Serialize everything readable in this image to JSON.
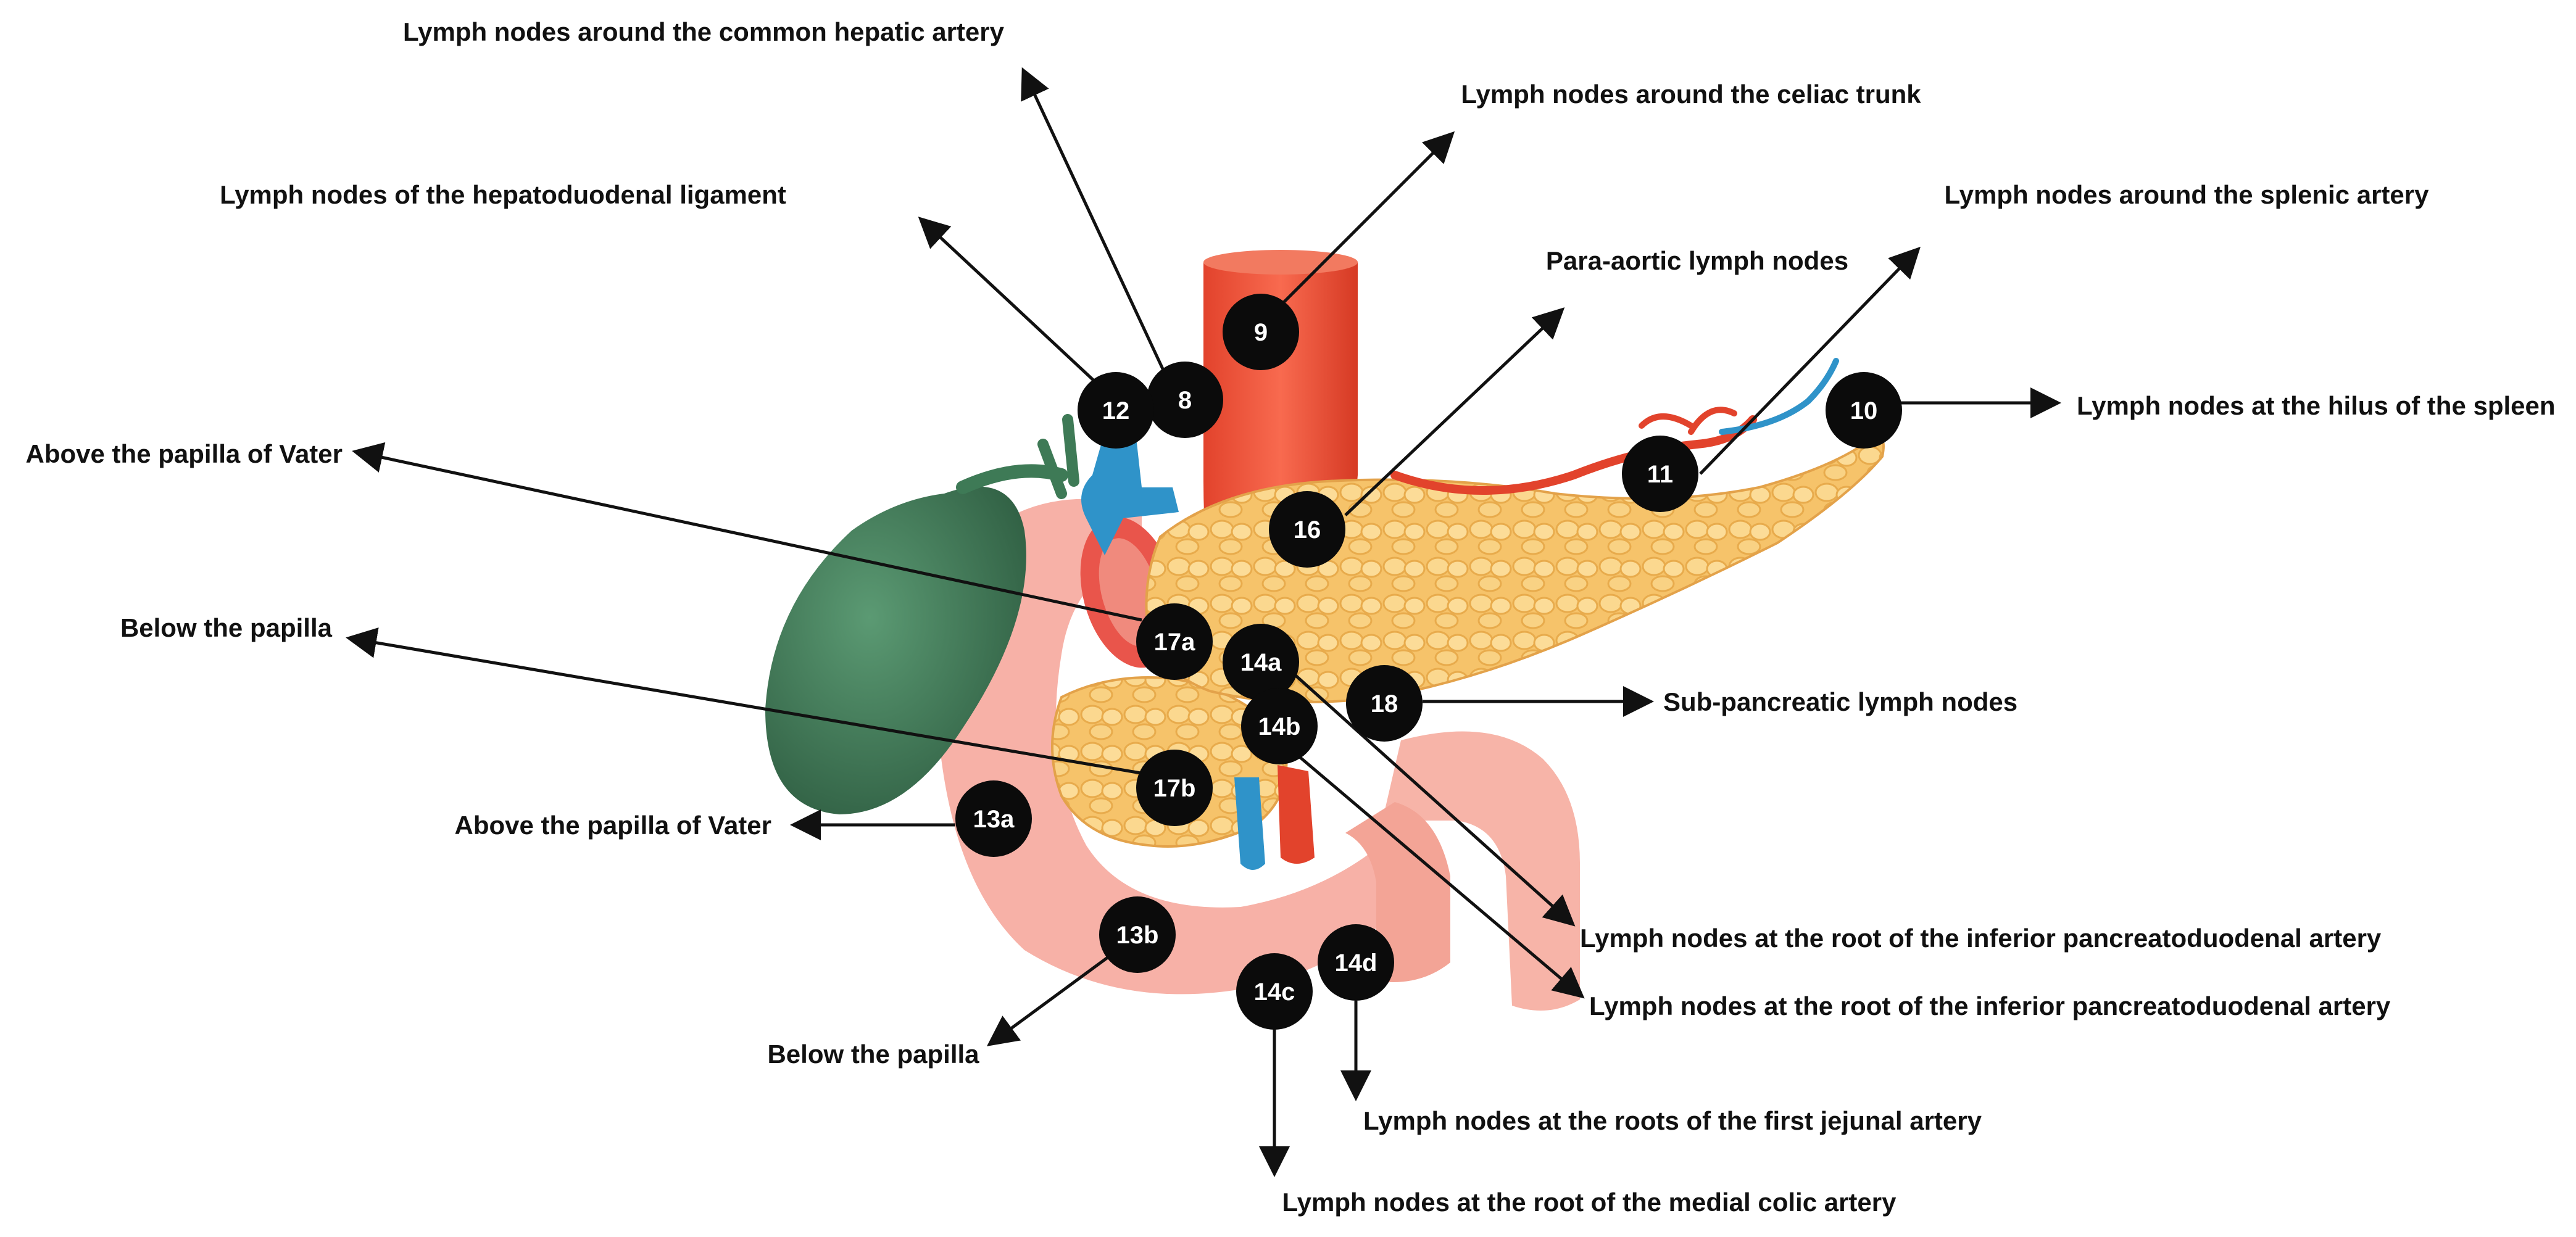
{
  "colors": {
    "pancreas": "#f6c36a",
    "pancreas_lobule": "#fbd88f",
    "duodenum": "#f7b1a7",
    "gallbladder": "#3e7a56",
    "aorta": "#f0553d",
    "vein": "#2f93c9",
    "badge": "#0b0b0b",
    "text": "#111111"
  },
  "stations": [
    {
      "id": "8",
      "label": "Lymph nodes around the common hepatic artery"
    },
    {
      "id": "9",
      "label": "Lymph nodes around the celiac trunk"
    },
    {
      "id": "10",
      "label": "Lymph nodes at the hilus of the spleen"
    },
    {
      "id": "11",
      "label": "Lymph nodes around the splenic artery"
    },
    {
      "id": "12",
      "label": "Lymph nodes of the hepatoduodenal ligament"
    },
    {
      "id": "13a",
      "label": "Above the papilla of Vater"
    },
    {
      "id": "13b",
      "label": "Below the papilla"
    },
    {
      "id": "14a",
      "label": "Lymph nodes at the root of the inferior pancreatoduodenal artery"
    },
    {
      "id": "14b",
      "label": "Lymph nodes at the root of the inferior pancreatoduodenal artery"
    },
    {
      "id": "14c",
      "label": "Lymph nodes at the root of the medial colic artery"
    },
    {
      "id": "14d",
      "label": "Lymph nodes at the roots of the first jejunal artery"
    },
    {
      "id": "16",
      "label": "Para-aortic lymph nodes"
    },
    {
      "id": "17a",
      "label": "Above the papilla of Vater"
    },
    {
      "id": "17b",
      "label": "Below the papilla"
    },
    {
      "id": "18",
      "label": "Sub-pancreatic lymph nodes"
    }
  ]
}
